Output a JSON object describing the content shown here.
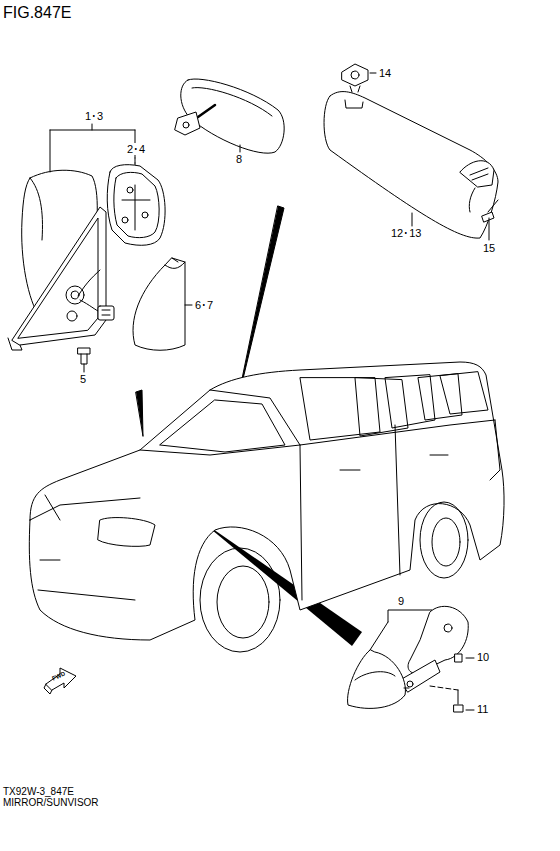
{
  "diagram": {
    "title": "FIG.847E",
    "caption": "TX92W-3_847E MIRROR/SUNVISOR",
    "labels": [
      "1･3",
      "2･4",
      "8",
      "14",
      "12･13",
      "15",
      "5",
      "6･7",
      "9",
      "10",
      "11",
      "FWD"
    ]
  }
}
